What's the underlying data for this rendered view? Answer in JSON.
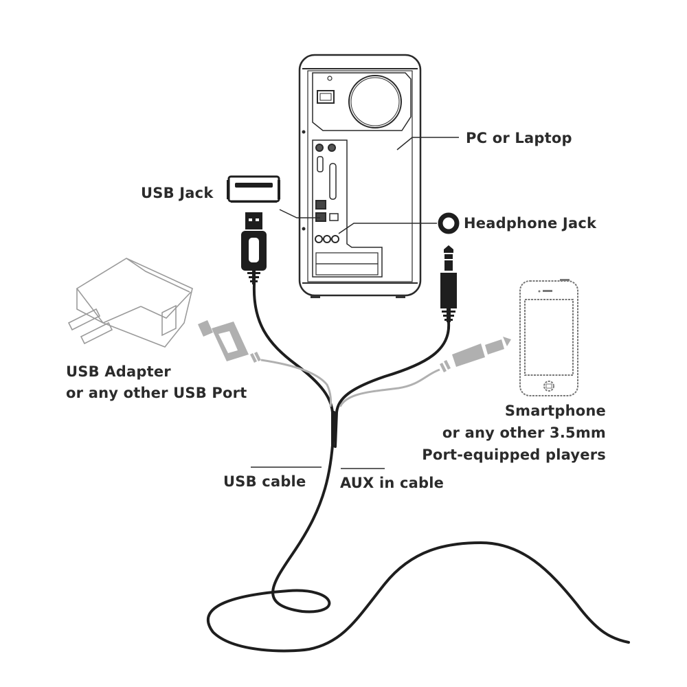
{
  "labels": {
    "pc": "PC or Laptop",
    "usb_jack": "USB Jack",
    "headphone_jack": "Headphone Jack",
    "usb_adapter_line1": "USB Adapter",
    "usb_adapter_line2": "or any other USB Port",
    "smartphone_line1": "Smartphone",
    "smartphone_line2": "or any other 3.5mm",
    "smartphone_line3": "Port-equipped players",
    "usb_cable": "USB cable",
    "aux_cable": "AUX in cable"
  },
  "colors": {
    "ink": "#1e1e1e",
    "text": "#2b2b2b",
    "faded": "#a8a8a8",
    "background": "#ffffff"
  }
}
